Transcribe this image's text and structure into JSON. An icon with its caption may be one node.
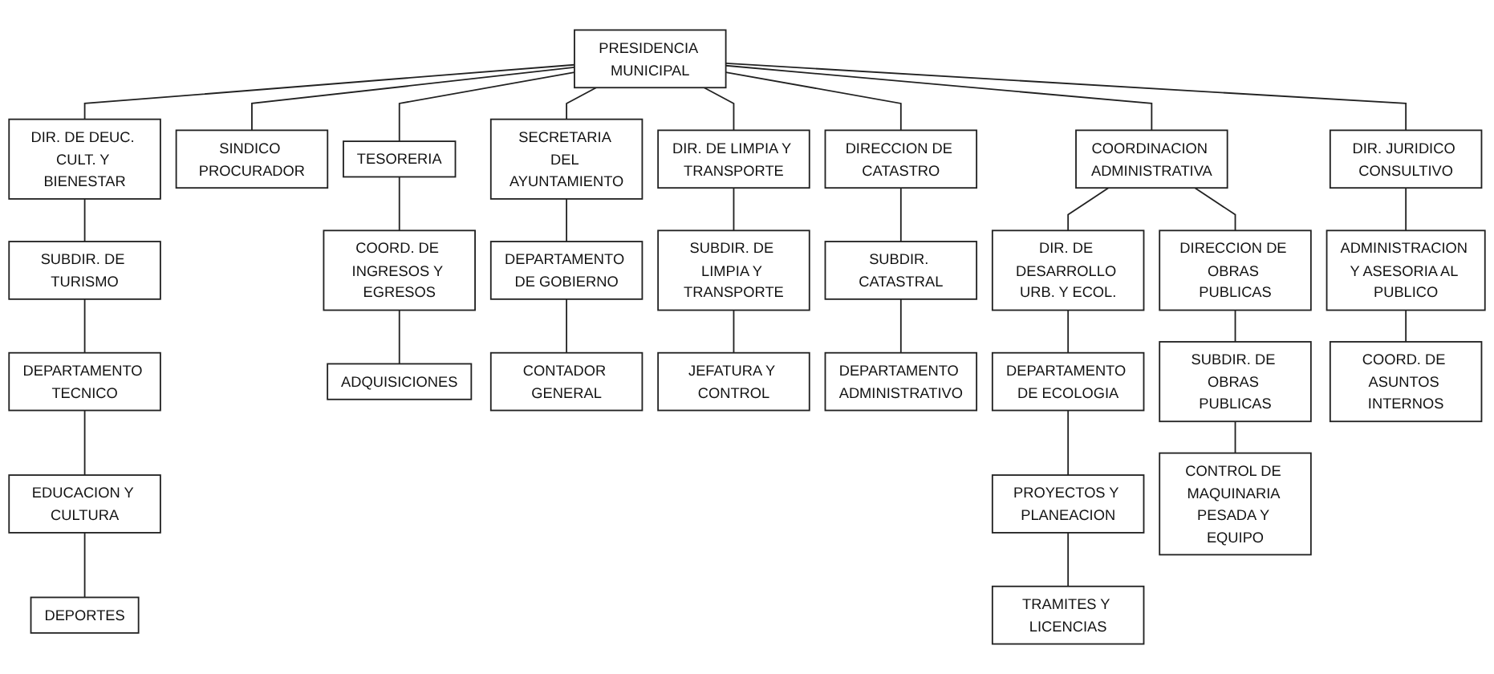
{
  "diagram": {
    "nodes": [
      {
        "text": [
          "PRESIDENCIA MUNICIPAL"
        ]
      },
      {
        "text": [
          "DIR. DE DEUC. CULT. Y BIENESTAR"
        ]
      },
      {
        "text": [
          "SINDICO PROCURADOR"
        ]
      },
      {
        "text": [
          "TESORERIA"
        ]
      },
      {
        "text": [
          "SECRETARIA DEL AYUNTAMIENTO"
        ]
      },
      {
        "text": [
          "DIR. DE LIMPIA Y TRANSPORTE"
        ]
      },
      {
        "text": [
          "DIRECCION DE CATASTRO"
        ]
      },
      {
        "text": [
          "COORDINACION ADMINISTRATIVA"
        ]
      },
      {
        "text": [
          "DIR. JURIDICO CONSULTIVO"
        ]
      },
      {
        "text": [
          "SUBDIR. DE TURISMO"
        ]
      },
      {
        "text": [
          "COORD. DE INGRESOS Y EGRESOS"
        ]
      },
      {
        "text": [
          "DEPARTAMENTO DE GOBIERNO"
        ]
      },
      {
        "text": [
          "SUBDIR. DE LIMPIA Y TRANSPORTE"
        ]
      },
      {
        "text": [
          "SUBDIR. CATASTRAL"
        ]
      },
      {
        "text": [
          "DIR. DE DESARROLLO URB. Y ECOL."
        ]
      },
      {
        "text": [
          "DIRECCION DE OBRAS PUBLICAS"
        ]
      },
      {
        "text": [
          "ADMINISTRACION Y ASESORIA AL PUBLICO"
        ]
      },
      {
        "text": [
          "DEPARTAMENTO TECNICO"
        ]
      },
      {
        "text": [
          "ADQUISICIONES"
        ]
      },
      {
        "text": [
          "CONTADOR GENERAL"
        ]
      },
      {
        "text": [
          "JEFATURA Y CONTROL"
        ]
      },
      {
        "text": [
          "DEPARTAMENTO ADMINISTRATIVO"
        ]
      },
      {
        "text": [
          "DEPARTAMENTO DE ECOLOGIA"
        ]
      },
      {
        "text": [
          "SUBDIR. DE OBRAS PUBLICAS"
        ]
      },
      {
        "text": [
          "COORD. DE ASUNTOS INTERNOS"
        ]
      },
      {
        "text": [
          "EDUCACION Y CULTURA"
        ]
      },
      {
        "text": [
          "PROYECTOS Y PLANEACION"
        ]
      },
      {
        "text": [
          "CONTROL DE MAQUINARIA PESADA Y EQUIPO"
        ]
      },
      {
        "text": [
          "DEPORTES"
        ]
      },
      {
        "text": [
          "TRAMITES Y LICENCIAS"
        ]
      }
    ],
    "edges": [
      {
        "from": 0,
        "to": 1,
        "arrow": "none"
      },
      {
        "from": 0,
        "to": 2,
        "arrow": "none"
      },
      {
        "from": 0,
        "to": 3,
        "arrow": "none"
      },
      {
        "from": 0,
        "to": 4,
        "arrow": "none"
      },
      {
        "from": 0,
        "to": 5,
        "arrow": "none"
      },
      {
        "from": 0,
        "to": 6,
        "arrow": "none"
      },
      {
        "from": 0,
        "to": 7,
        "arrow": "none"
      },
      {
        "from": 0,
        "to": 8,
        "arrow": "none"
      },
      {
        "from": 1,
        "to": 9,
        "arrow": "none"
      },
      {
        "from": 3,
        "to": 10,
        "arrow": "none"
      },
      {
        "from": 4,
        "to": 11,
        "arrow": "none"
      },
      {
        "from": 5,
        "to": 12,
        "arrow": "none"
      },
      {
        "from": 6,
        "to": 13,
        "arrow": "none"
      },
      {
        "from": 7,
        "to": 14,
        "arrow": "none"
      },
      {
        "from": 7,
        "to": 15,
        "arrow": "none"
      },
      {
        "from": 8,
        "to": 16,
        "arrow": "none"
      },
      {
        "from": 9,
        "to": 17,
        "arrow": "none"
      },
      {
        "from": 10,
        "to": 18,
        "arrow": "none"
      },
      {
        "from": 11,
        "to": 19,
        "arrow": "none"
      },
      {
        "from": 12,
        "to": 20,
        "arrow": "none"
      },
      {
        "from": 13,
        "to": 21,
        "arrow": "none"
      },
      {
        "from": 14,
        "to": 22,
        "arrow": "none"
      },
      {
        "from": 15,
        "to": 23,
        "arrow": "none"
      },
      {
        "from": 16,
        "to": 24,
        "arrow": "none"
      },
      {
        "from": 17,
        "to": 25,
        "arrow": "none"
      },
      {
        "from": 22,
        "to": 26,
        "arrow": "none"
      },
      {
        "from": 23,
        "to": 27,
        "arrow": "none"
      },
      {
        "from": 25,
        "to": 28,
        "arrow": "none"
      },
      {
        "from": 26,
        "to": 29,
        "arrow": "none"
      }
    ]
  }
}
